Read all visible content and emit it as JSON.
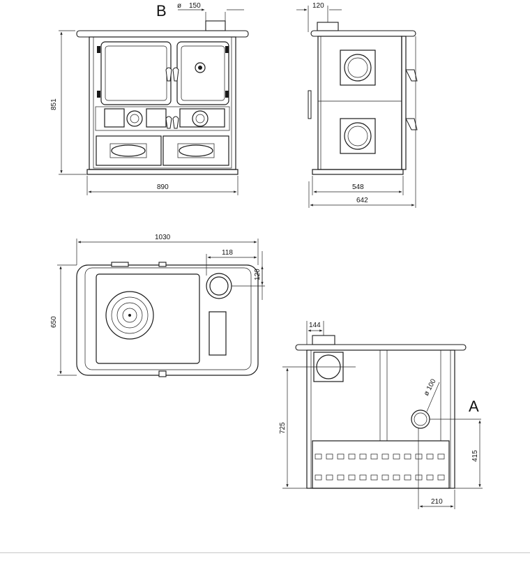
{
  "labels": {
    "marker_b": "B",
    "marker_a": "A",
    "diameter_symbol": "ø"
  },
  "dimensions": {
    "flue_diameter_top": "150",
    "front_height": "851",
    "front_width": "890",
    "side_flue_offset": "120",
    "side_body_depth": "548",
    "side_total_depth": "642",
    "top_total_width": "1030",
    "top_total_depth": "650",
    "top_flue_x": "118",
    "top_flue_y": "120",
    "rear_flue_offset": "144",
    "rear_height": "725",
    "rear_outlet_diameter": "ø 100",
    "rear_outlet_height": "415",
    "rear_outlet_offset": "210"
  }
}
